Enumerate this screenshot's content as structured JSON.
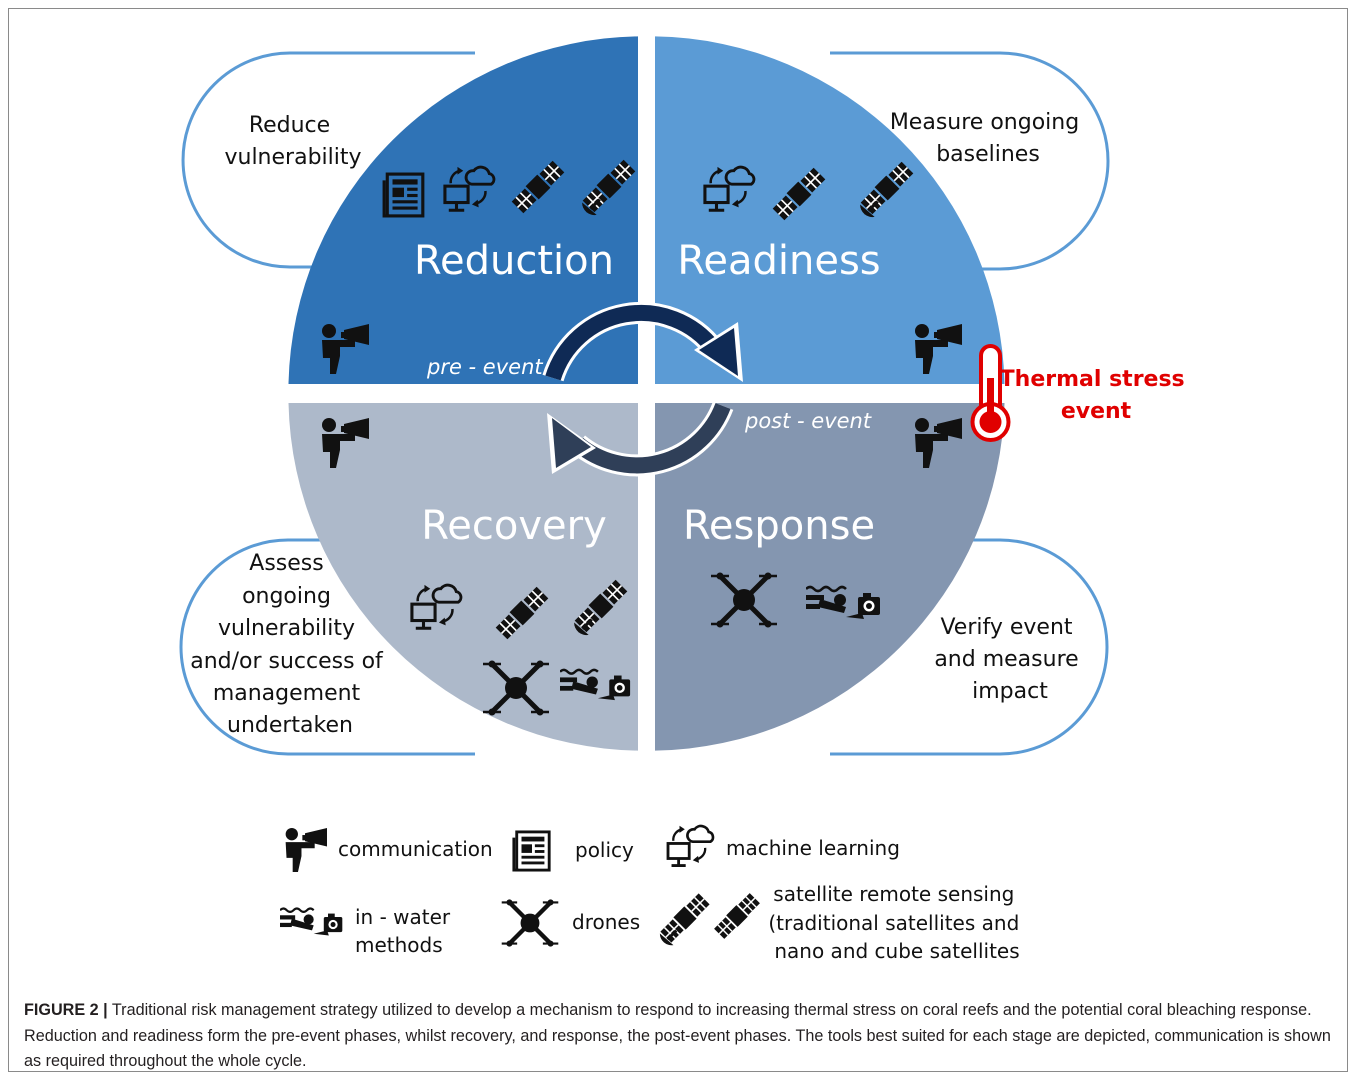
{
  "phases": {
    "reduction": {
      "title": "Reduction",
      "color": "#2f73b6"
    },
    "readiness": {
      "title": "Readiness",
      "color": "#5b9bd5"
    },
    "recovery": {
      "title": "Recovery",
      "color": "#adb9ca"
    },
    "response": {
      "title": "Response",
      "color": "#8496b0"
    }
  },
  "bubbles": {
    "reduction": [
      "Reduce",
      "vulnerability"
    ],
    "readiness": [
      "Measure ongoing",
      "baselines"
    ],
    "recovery": [
      "Assess",
      "ongoing",
      "vulnerability",
      "and/or success of",
      "management",
      "undertaken"
    ],
    "response": [
      "Verify event",
      "and measure",
      "impact"
    ]
  },
  "arrows": {
    "pre": "pre - event",
    "post": "post - event"
  },
  "thermal": {
    "lines": [
      "Thermal stress",
      "event"
    ],
    "color": "#e00000"
  },
  "legend": {
    "communication": "communication",
    "policy": "policy",
    "machine_learning": "machine learning",
    "in_water": [
      "in - water",
      "methods"
    ],
    "drones": "drones",
    "satellite": [
      "satellite remote sensing",
      "(traditional satellites and",
      "nano and cube satellites"
    ]
  },
  "colors": {
    "bubble_stroke": "#5b9bd5",
    "arrow_dark": "#0f2a55",
    "arrow_post": "#2f3f58",
    "icon": "#111111"
  },
  "caption": {
    "label": "FIGURE 2 |",
    "text": " Traditional risk management strategy utilized to develop a mechanism to respond to increasing thermal stress on coral reefs and the potential coral bleaching response. Reduction and readiness form the pre-event phases, whilst recovery, and response, the post-event phases. The tools best suited for each stage are depicted, communication is shown as required throughout the whole cycle."
  }
}
